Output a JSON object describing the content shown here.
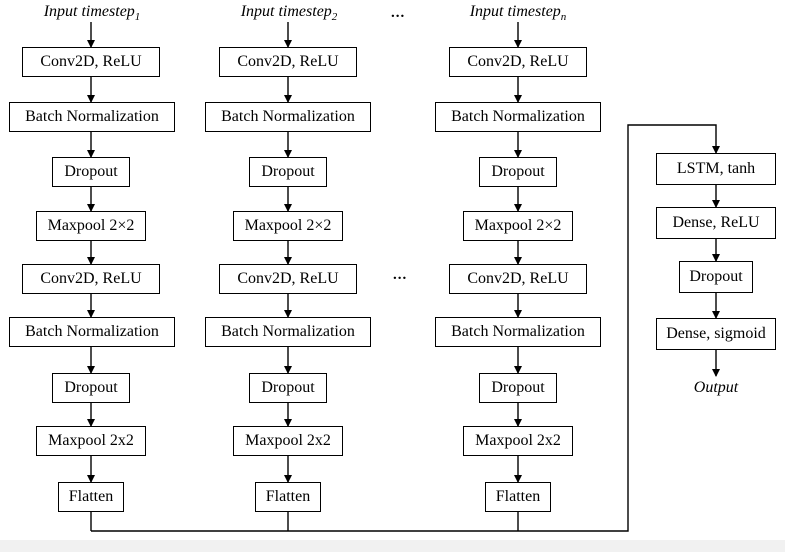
{
  "inputs": {
    "col1": {
      "base": "Input timestep",
      "sub": "1"
    },
    "col2": {
      "base": "Input timestep",
      "sub": "2"
    },
    "col3": {
      "base": "Input timestep",
      "sub": "n"
    }
  },
  "ellipsis": "...",
  "cnn_layers": [
    "Conv2D, ReLU",
    "Batch Normalization",
    "Dropout",
    "Maxpool 2×2",
    "Conv2D, ReLU",
    "Batch Normalization",
    "Dropout",
    "Maxpool 2x2",
    "Flatten"
  ],
  "lstm_layers": [
    "LSTM, tanh",
    "Dense, ReLU",
    "Dropout",
    "Dense, sigmoid"
  ],
  "output_label": "Output"
}
